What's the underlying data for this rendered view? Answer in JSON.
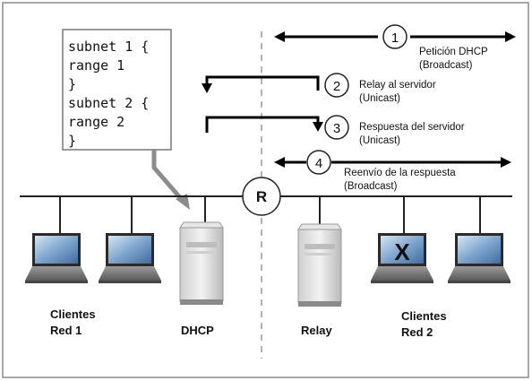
{
  "config": {
    "lines": [
      "subnet 1 {",
      "range 1",
      "}",
      "subnet 2 {",
      "range 2",
      "}"
    ]
  },
  "router": {
    "label": "R"
  },
  "steps": [
    {
      "number": "1",
      "line1": "Petición DHCP",
      "line2": "(Broadcast)"
    },
    {
      "number": "2",
      "line1": "Relay al servidor",
      "line2": "(Unicast)"
    },
    {
      "number": "3",
      "line1": "Respuesta del servidor",
      "line2": "(Unicast)"
    },
    {
      "number": "4",
      "line1": "Reenvío de la respuesta",
      "line2": "(Broadcast)"
    }
  ],
  "labels": {
    "clients_red1_line1": "Clientes",
    "clients_red1_line2": "Red 1",
    "dhcp": "DHCP",
    "relay": "Relay",
    "clients_red2_line1": "Clientes",
    "clients_red2_line2": "Red 2"
  },
  "blocked_client_mark": "X"
}
